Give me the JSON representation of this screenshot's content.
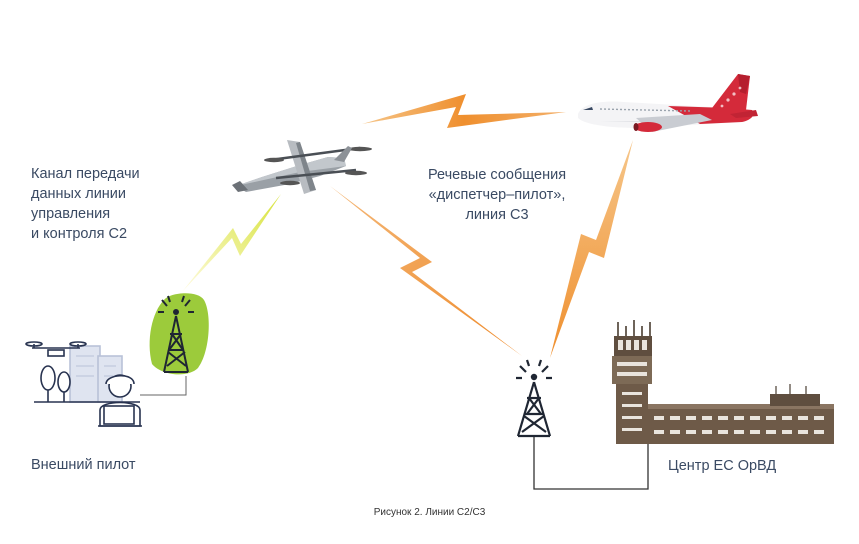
{
  "labels": {
    "c2_lines": [
      "Канал передачи",
      "данных линии",
      "управления",
      "и контроля С2"
    ],
    "c3_lines": [
      "Речевые сообщения",
      "«диспетчер–пилот»,",
      "линия С3"
    ],
    "pilot": "Внешний пилот",
    "atc": "Центр ЕС ОрВД"
  },
  "caption": "Рисунок 2. Линии С2/С3",
  "colors": {
    "text": "#3a4a63",
    "c3_link": "#ef8f2e",
    "c2_link_start": "#fff9c4",
    "c2_link_end": "#d7e33a",
    "tower_bg": "#9ccb3b",
    "aircraft_red": "#d42a3a",
    "building_brown": "#6e5a48",
    "icon_navy": "#283350"
  },
  "icons": [
    "drone-icon",
    "airliner-icon",
    "radio-tower-icon",
    "atc-center-icon",
    "remote-pilot-icon"
  ]
}
